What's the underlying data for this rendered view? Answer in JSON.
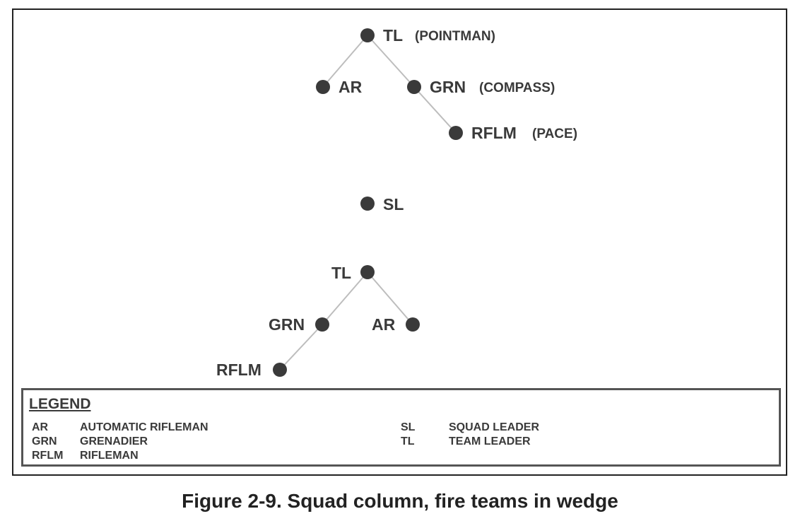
{
  "nodes": [
    {
      "id": "tl1",
      "label": "TL",
      "sub": "(POINTMAN)"
    },
    {
      "id": "ar1",
      "label": "AR",
      "sub": ""
    },
    {
      "id": "grn1",
      "label": "GRN",
      "sub": "(COMPASS)"
    },
    {
      "id": "rflm1",
      "label": "RFLM",
      "sub": "(PACE)"
    },
    {
      "id": "sl",
      "label": "SL",
      "sub": ""
    },
    {
      "id": "tl2",
      "label": "TL",
      "sub": ""
    },
    {
      "id": "grn2",
      "label": "GRN",
      "sub": ""
    },
    {
      "id": "ar2",
      "label": "AR",
      "sub": ""
    },
    {
      "id": "rflm2",
      "label": "RFLM",
      "sub": ""
    }
  ],
  "edges": [
    [
      "tl1",
      "ar1"
    ],
    [
      "tl1",
      "grn1"
    ],
    [
      "grn1",
      "rflm1"
    ],
    [
      "tl2",
      "grn2"
    ],
    [
      "tl2",
      "ar2"
    ],
    [
      "grn2",
      "rflm2"
    ]
  ],
  "legend": {
    "title": "LEGEND",
    "items": [
      {
        "abbr": "AR",
        "desc": "AUTOMATIC RIFLEMAN"
      },
      {
        "abbr": "GRN",
        "desc": "GRENADIER"
      },
      {
        "abbr": "RFLM",
        "desc": "RIFLEMAN"
      },
      {
        "abbr": "SL",
        "desc": "SQUAD LEADER"
      },
      {
        "abbr": "TL",
        "desc": "TEAM LEADER"
      }
    ]
  },
  "caption": "Figure 2-9. Squad column, fire teams in wedge",
  "colors": {
    "node": "#3a3a3a",
    "edge": "#bdbdbd",
    "text": "#3a3a3a"
  }
}
